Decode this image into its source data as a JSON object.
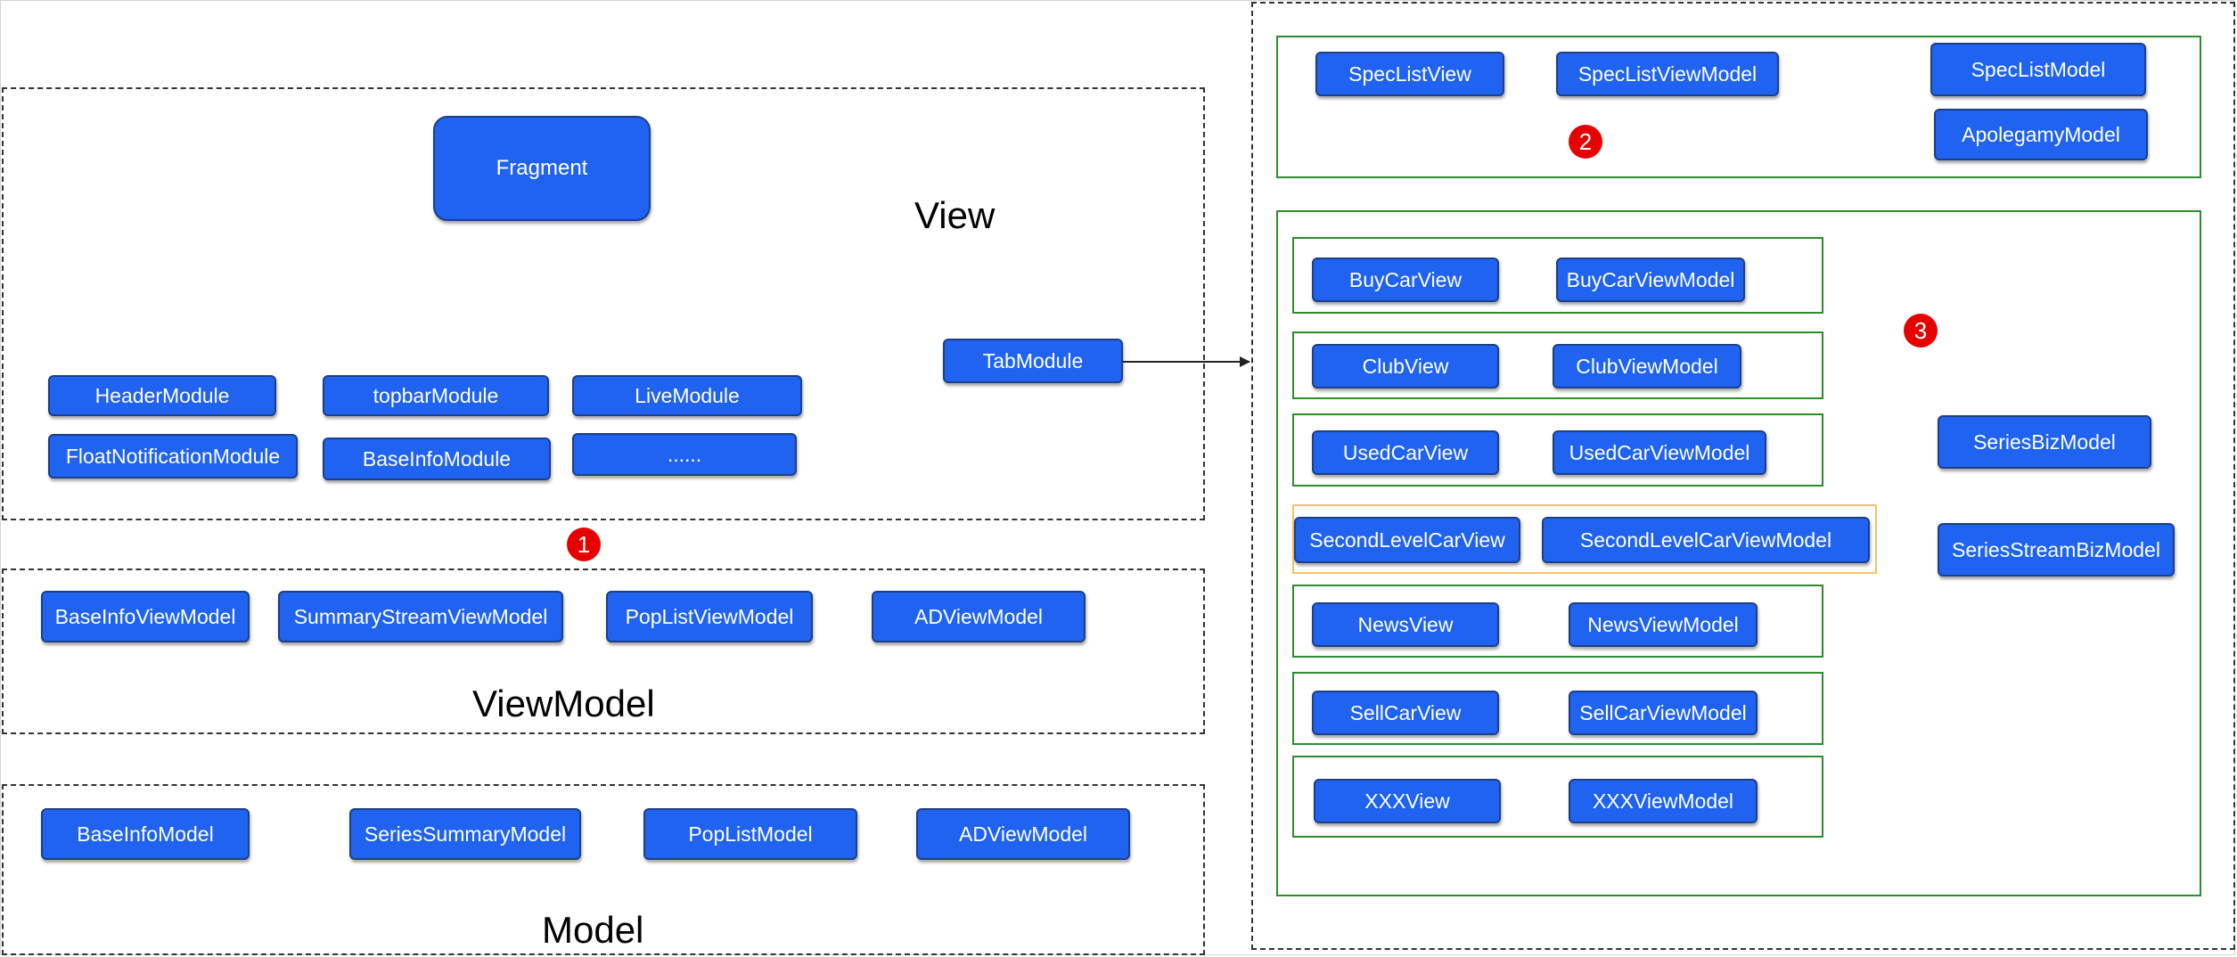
{
  "layers": {
    "view": {
      "label": "View",
      "fragment": "Fragment",
      "modules": [
        "HeaderModule",
        "topbarModule",
        "LiveModule",
        "FloatNotificationModule",
        "BaseInfoModule",
        "......"
      ],
      "tab_module": "TabModule"
    },
    "viewmodel": {
      "label": "ViewModel",
      "items": [
        "BaseInfoViewModel",
        "SummaryStreamViewModel",
        "PopListViewModel",
        "ADViewModel"
      ]
    },
    "model": {
      "label": "Model",
      "items": [
        "BaseInfoModel",
        "SeriesSummaryModel",
        "PopListModel",
        "ADViewModel"
      ]
    }
  },
  "badges": [
    "1",
    "2",
    "3"
  ],
  "spec_group": {
    "items": [
      "SpecListView",
      "SpecListViewModel",
      "SpecListModel",
      "ApolegamyModel"
    ]
  },
  "tab_group": {
    "rows": [
      {
        "view": "BuyCarView",
        "viewmodel": "BuyCarViewModel"
      },
      {
        "view": "ClubView",
        "viewmodel": "ClubViewModel"
      },
      {
        "view": "UsedCarView",
        "viewmodel": "UsedCarViewModel"
      },
      {
        "view": "SecondLevelCarView",
        "viewmodel": "SecondLevelCarViewModel"
      },
      {
        "view": "NewsView",
        "viewmodel": "NewsViewModel"
      },
      {
        "view": "SellCarView",
        "viewmodel": "SellCarViewModel"
      },
      {
        "view": "XXXView",
        "viewmodel": "XXXViewModel"
      }
    ],
    "biz_models": [
      "SeriesBizModel",
      "SeriesStreamBizModel"
    ]
  },
  "colors": {
    "node_fill": "#1f63f0",
    "node_border": "#1d3f86",
    "group_border": "#2e8b2e",
    "highlight_border": "#f0c36a",
    "badge": "#e60000"
  }
}
